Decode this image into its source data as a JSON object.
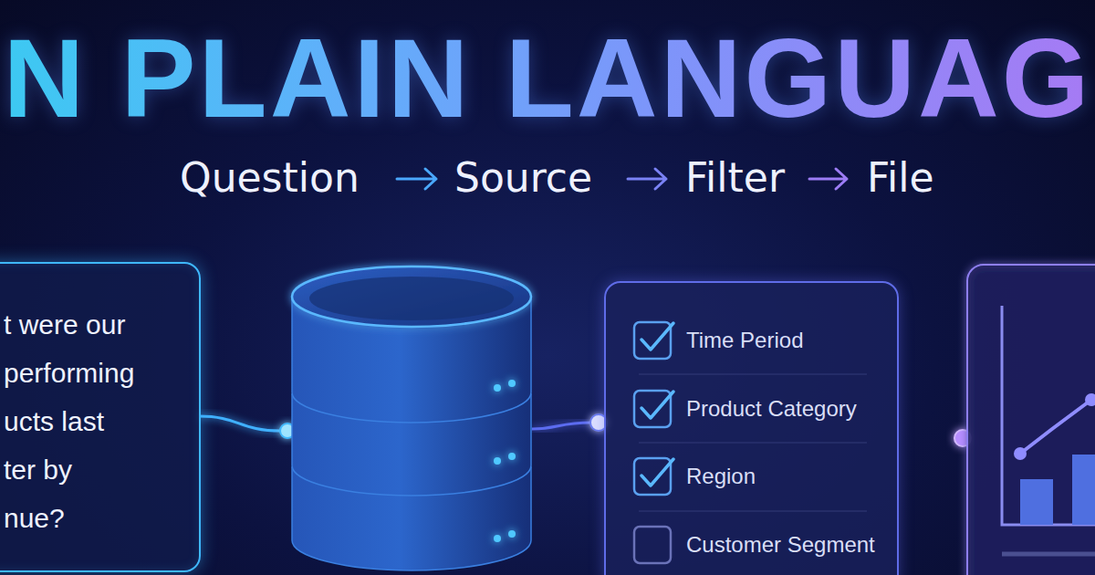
{
  "diagram": {
    "title": "N PLAIN LANGUAG",
    "nodes": [
      {
        "text": [
          "t were our performing ucts last ter by nue?"
        ]
      },
      {
        "text": [
          "Time Period",
          "Product Category",
          "Region",
          "Customer Segment"
        ]
      }
    ],
    "labels": [
      "Question",
      "Source",
      "Filter",
      "File"
    ]
  }
}
